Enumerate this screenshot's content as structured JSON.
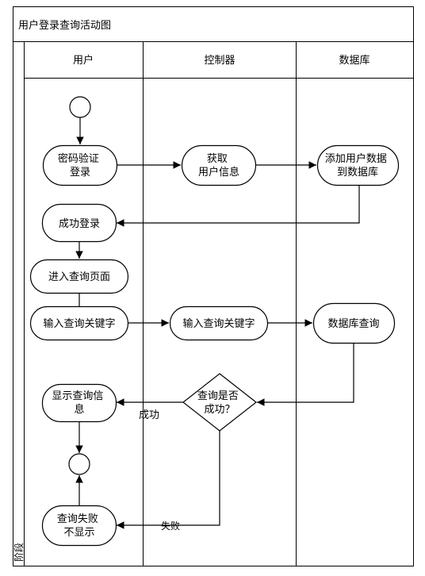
{
  "diagram": {
    "title": "用户登录查询活动图",
    "pool_label": "阶段",
    "lanes": [
      "用户",
      "控制器",
      "数据库"
    ],
    "nodes": {
      "password_login": [
        "密码验证",
        "登录"
      ],
      "get_user_info": [
        "获取",
        "用户信息"
      ],
      "add_user_db": [
        "添加用户数据",
        "到数据库"
      ],
      "login_success": "成功登录",
      "enter_query_page": "进入查询页面",
      "input_keyword_user": "输入查询关键字",
      "input_keyword_ctrl": "输入查询关键字",
      "db_query": "数据库查询",
      "decision": [
        "查询是否",
        "成功？"
      ],
      "show_info": [
        "显示查询信",
        "息"
      ],
      "query_fail": [
        "查询失败",
        "不显示"
      ]
    },
    "edge_labels": {
      "success": "成功",
      "fail": "失败"
    }
  }
}
